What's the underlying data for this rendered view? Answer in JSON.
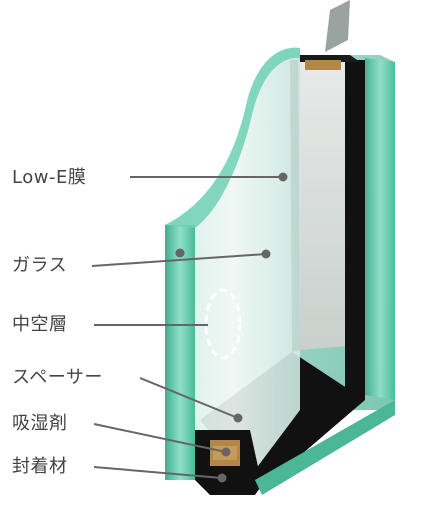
{
  "labels": [
    {
      "id": "low-e",
      "text": "Low-E膜"
    },
    {
      "id": "glass",
      "text": "ガラス"
    },
    {
      "id": "hollow",
      "text": "中空層"
    },
    {
      "id": "spacer",
      "text": "スペーサー"
    },
    {
      "id": "desiccant",
      "text": "吸湿剤"
    },
    {
      "id": "sealant",
      "text": "封着材"
    }
  ],
  "colors": {
    "glass_edge": "#5fc7a9",
    "glass_face": "#b9e2d6",
    "spacer_frame": "#111111",
    "desiccant": "#b2874a",
    "leader_line": "#666666",
    "hollow_marker": "#ffffff"
  }
}
